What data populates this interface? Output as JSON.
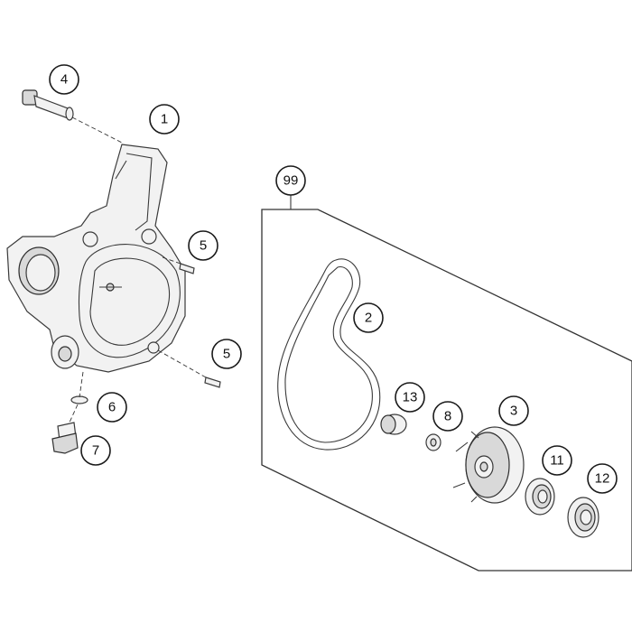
{
  "callouts": {
    "c1": "1",
    "c2": "2",
    "c3": "3",
    "c4": "4",
    "c5a": "5",
    "c5b": "5",
    "c6": "6",
    "c7": "7",
    "c8": "8",
    "c11": "11",
    "c12": "12",
    "c13": "13",
    "c99": "99"
  }
}
